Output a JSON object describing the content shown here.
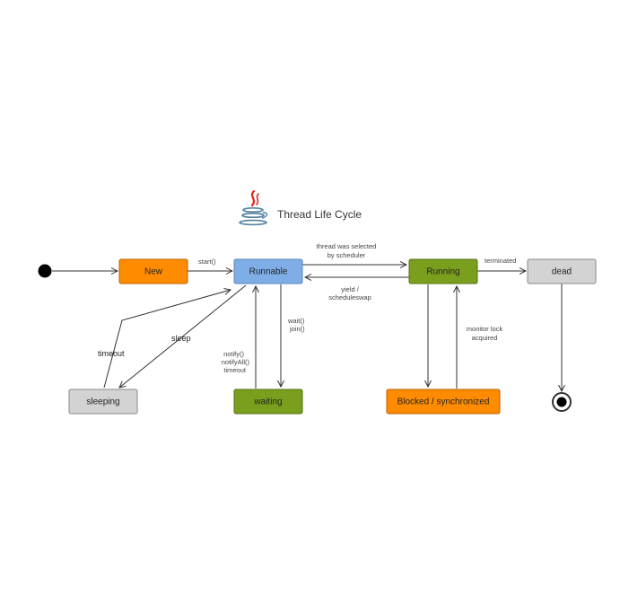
{
  "title": "Thread Life Cycle",
  "icons": {
    "logo": "java-coffee-cup-icon"
  },
  "colors": {
    "orange": "#ff8c00",
    "blue": "#7eaee5",
    "green": "#7a9f1e",
    "gray": "#d3d3d3",
    "edge": "#333333"
  },
  "states": {
    "new": "New",
    "runnable": "Runnable",
    "running": "Running",
    "dead": "dead",
    "sleeping": "sleeping",
    "waiting": "waiting",
    "blocked": "Blocked / synchronized"
  },
  "transitions": {
    "start": "start()",
    "selected_line1": "thread was selected",
    "selected_line2": "by scheduler",
    "terminated": "terminated",
    "yield_line1": "yield /",
    "yield_line2": "scheduleswap",
    "wait_line1": "wait()",
    "wait_line2": "join()",
    "notify_line1": "notify()",
    "notify_line2": "notifyAll()",
    "notify_line3": "timeout",
    "monitor_line1": "monitor lock",
    "monitor_line2": "acquired",
    "sleep": "sleep",
    "timeout": "timeout"
  }
}
